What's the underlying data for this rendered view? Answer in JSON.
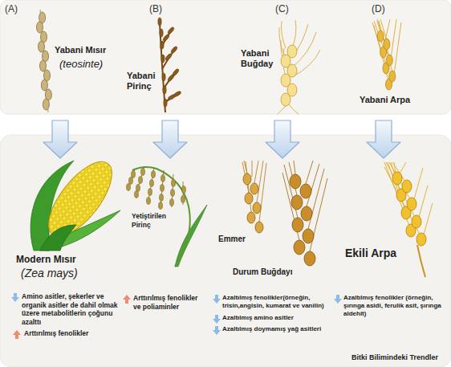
{
  "diagram": {
    "nodes": [
      {
        "text": [
          "(A)",
          "Yabani Mısır",
          "(teosinte)"
        ]
      },
      {
        "text": [
          "(B)",
          "Yabani Pirinç"
        ]
      },
      {
        "text": [
          "(C)",
          "Yabani Buğday"
        ]
      },
      {
        "text": [
          "(D)",
          "Yabani Arpa"
        ]
      },
      {
        "text": [
          "Modern Mısır",
          "(Zea mays)",
          "Amino asitler, şekerler ve organik asitler de dahil olmak üzere metabolitlerin çoğunu azalttı",
          "Arttırılmış fenolikler"
        ]
      },
      {
        "text": [
          "Yetiştirilen Pirinç",
          "Arttırılmış fenolikler ve poliaminler"
        ]
      },
      {
        "text": [
          "Emmer",
          "Durum Buğdayı",
          "Azaltılmış fenolikler(örneğin, trisin,angisin, kumarat ve vanilin)",
          "Azaltılmış amino asitler",
          "Azaltılmış doymamış yağ asitleri"
        ]
      },
      {
        "text": [
          "Ekili Arpa",
          "Azaltılmış fenolikler (örneğin, şırınga asidi, ferulik asit, şırınga aldehit)"
        ]
      }
    ],
    "edges": [
      {
        "from": 0,
        "to": 4,
        "arrow": "to"
      },
      {
        "from": 1,
        "to": 5,
        "arrow": "to"
      },
      {
        "from": 2,
        "to": 6,
        "arrow": "to"
      },
      {
        "from": 3,
        "to": 7,
        "arrow": "to"
      }
    ],
    "labels": [
      "Bitki Bilimindeki Trendler"
    ]
  }
}
